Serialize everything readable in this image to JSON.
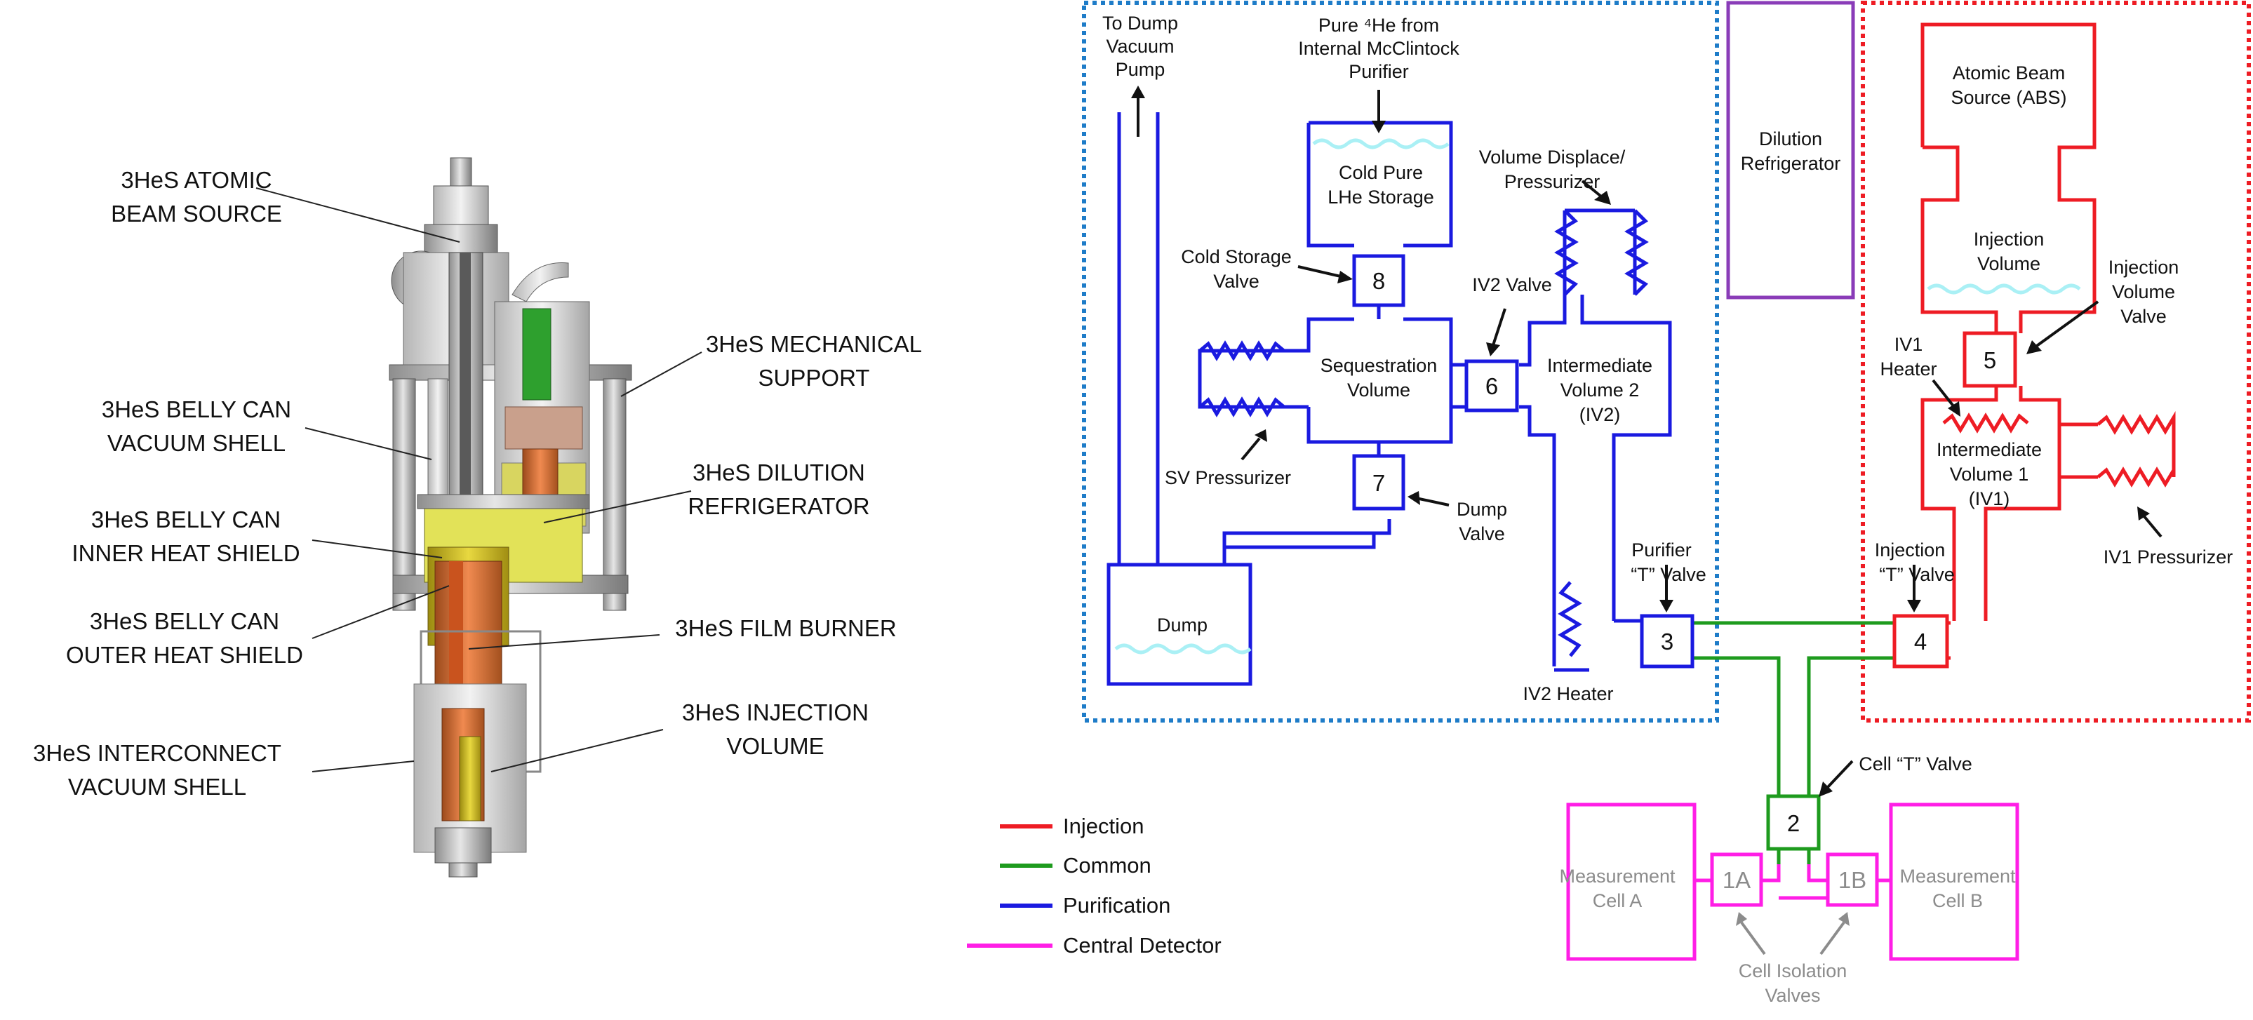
{
  "colors": {
    "injection": "#ee1c24",
    "common": "#1e9b1e",
    "purification": "#1a1ae0",
    "central": "#ff1ee6",
    "purification_box": "#1e7cc8",
    "dilution_box": "#8a3cb8",
    "water": "#aaf0f5",
    "gray_text": "#8c8c8c",
    "black": "#111111"
  },
  "cad_labels": {
    "atomic_beam": [
      "3HeS ATOMIC",
      "BEAM SOURCE"
    ],
    "mechanical": [
      "3HeS MECHANICAL",
      "SUPPORT"
    ],
    "belly_vacuum": [
      "3HeS BELLY CAN",
      "VACUUM SHELL"
    ],
    "dilution": [
      "3HeS DILUTION",
      "REFRIGERATOR"
    ],
    "inner_shield": [
      "3HeS BELLY CAN",
      "INNER HEAT SHIELD"
    ],
    "outer_shield": [
      "3HeS BELLY CAN",
      "OUTER HEAT SHIELD"
    ],
    "film_burner": [
      "3HeS FILM BURNER"
    ],
    "injection": [
      "3HeS INJECTION",
      "VOLUME"
    ],
    "interconnect": [
      "3HeS INTERCONNECT",
      "VACUUM SHELL"
    ]
  },
  "schematic": {
    "to_dump": [
      "To Dump",
      "Vacuum",
      "Pump"
    ],
    "pure_he": [
      "Pure ⁴He from",
      "Internal McClintock",
      "Purifier"
    ],
    "cold_storage": [
      "Cold Pure",
      "LHe Storage"
    ],
    "volume_displace": [
      "Volume Displace/",
      "Pressurizer"
    ],
    "cold_storage_valve": [
      "Cold Storage",
      "Valve"
    ],
    "iv2_valve": "IV2 Valve",
    "sequestration": [
      "Sequestration",
      "Volume"
    ],
    "intermediate2": [
      "Intermediate",
      "Volume 2",
      "(IV2)"
    ],
    "sv_pressurizer": "SV Pressurizer",
    "dump_valve": [
      "Dump",
      "Valve"
    ],
    "dump": "Dump",
    "purifier_t": [
      "Purifier",
      "“T” Valve"
    ],
    "iv2_heater": "IV2 Heater",
    "dilution_fridge": [
      "Dilution",
      "Refrigerator"
    ],
    "abs": [
      "Atomic Beam",
      "Source (ABS)"
    ],
    "injection_volume": [
      "Injection",
      "Volume"
    ],
    "injection_volume_valve": [
      "Injection",
      "Volume",
      "Valve"
    ],
    "iv1_heater": [
      "IV1",
      "Heater"
    ],
    "intermediate1": [
      "Intermediate",
      "Volume 1",
      "(IV1)"
    ],
    "injection_t": [
      "Injection",
      "“T” Valve"
    ],
    "iv1_pressurizer": "IV1 Pressurizer",
    "cell_t": "Cell “T” Valve",
    "cell_a": [
      "Measurement",
      "Cell A"
    ],
    "cell_b": [
      "Measurement",
      "Cell B"
    ],
    "isolation": [
      "Cell Isolation",
      "Valves"
    ],
    "valves": {
      "v8": "8",
      "v6": "6",
      "v7": "7",
      "v3": "3",
      "v5": "5",
      "v4": "4",
      "v2": "2",
      "v1a": "1A",
      "v1b": "1B"
    }
  },
  "legend": [
    {
      "label": "Injection",
      "color": "#ee1c24"
    },
    {
      "label": "Common",
      "color": "#1e9b1e"
    },
    {
      "label": "Purification",
      "color": "#1a1ae0"
    },
    {
      "label": "Central Detector",
      "color": "#ff1ee6"
    }
  ]
}
